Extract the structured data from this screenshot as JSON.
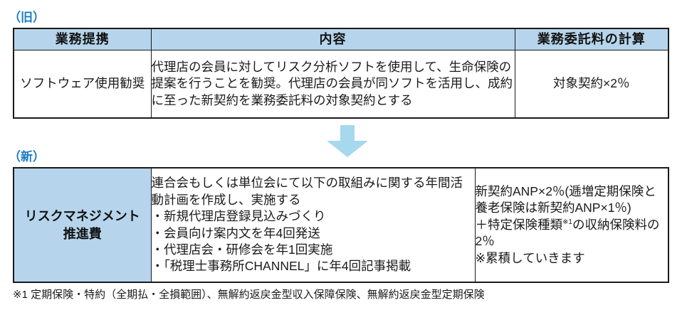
{
  "document": {
    "labels": {
      "old": "（旧）",
      "new": "（新）"
    },
    "accent_color": "#1b7cc2",
    "header_fill": "#b6d5ec",
    "arrow_color": "#a6d8ee",
    "arrow_name": "down-arrow"
  },
  "old_table": {
    "headers": [
      "業務提携",
      "内容",
      "業務委託料の計算"
    ],
    "rows": [
      {
        "scheme": "ソフトウェア使用勧奨",
        "content": "代理店の会員に対してリスク分析ソフトを使用して、生命保険の提案を行うことを勧奨。代理店の会員が同ソフトを活用し、成約に至った新契約を業務委託料の対象契約とする",
        "calculation": "対象契約×2％"
      }
    ]
  },
  "new_table": {
    "rows": [
      {
        "scheme": "リスクマネジメント\n推進費",
        "content": "連合会もしくは単位会にて以下の取組みに関する年間活動計画を作成し、実施する\n・新規代理店登録見込みづくり\n・会員向け案内文を年4回発送\n・代理店会・研修会を年1回実施\n・「税理士事務所CHANNEL」に年4回記事掲載",
        "calculation_line1": "新契約ANP×2％(逓増定期保険と養老保険は新契約ANP×1％)",
        "calculation_line2_pre": "＋特定保険種類",
        "calculation_line2_sup": "※1",
        "calculation_line2_post": "の収納保険料の2％",
        "calculation_line3": "※累積していきます"
      }
    ]
  },
  "footnote": {
    "text": "※1 定期保険・特約（全期払・全損範囲）、無解約返戻金型収入保障保険、無解約返戻金型定期保険"
  }
}
